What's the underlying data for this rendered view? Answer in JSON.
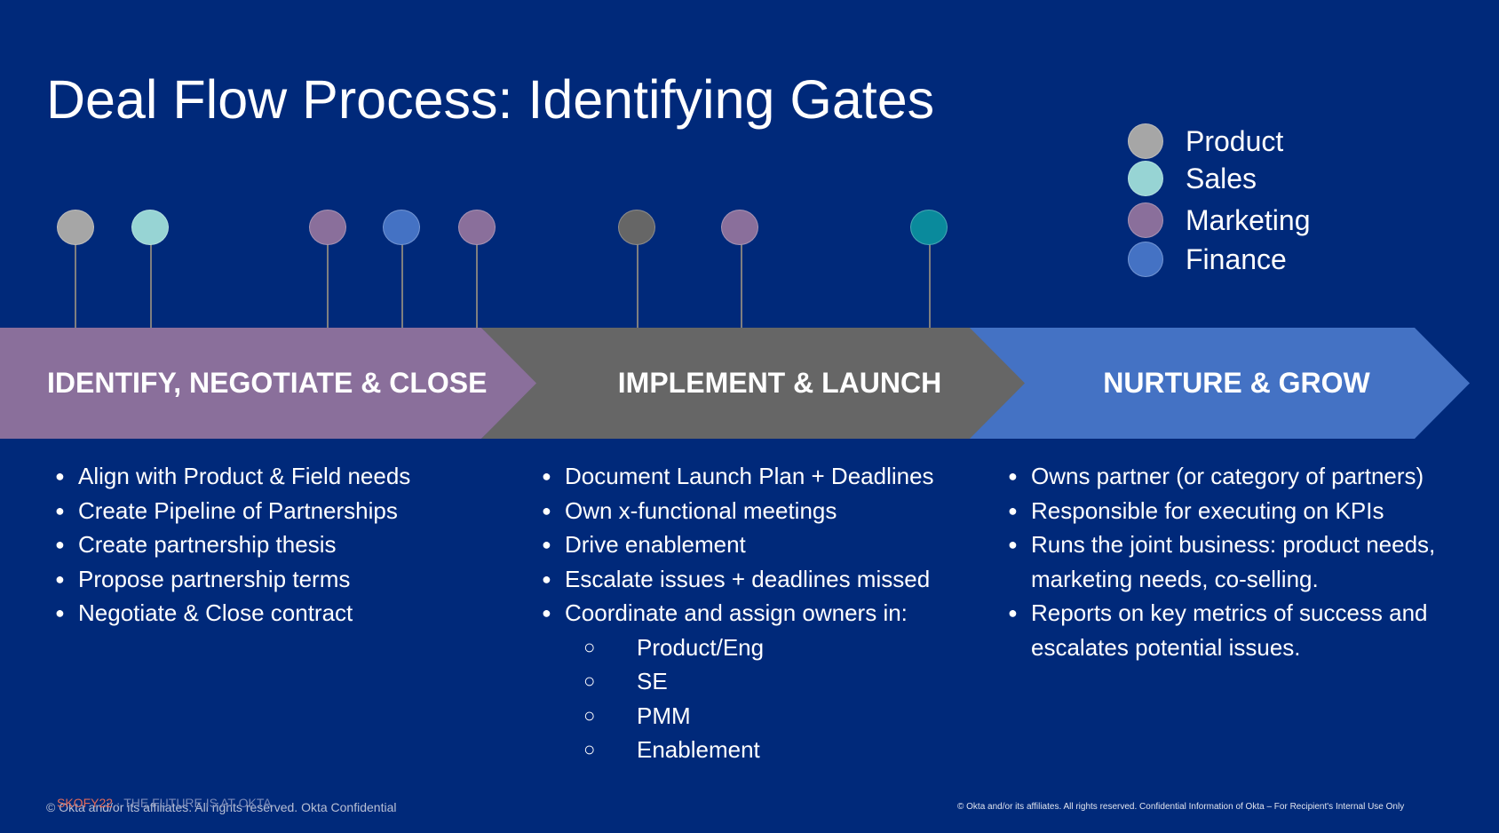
{
  "title": "Deal Flow Process: Identifying Gates",
  "legend": [
    {
      "label": "Product",
      "color": "#a6a6a6"
    },
    {
      "label": "Sales",
      "color": "#97d4d4"
    },
    {
      "label": "Marketing",
      "color": "#8a6f9b"
    },
    {
      "label": "Finance",
      "color": "#4472c4"
    }
  ],
  "gates": [
    {
      "color": "#a6a6a6"
    },
    {
      "color": "#97d4d4"
    },
    {
      "color": "#8a6f9b"
    },
    {
      "color": "#4472c4"
    },
    {
      "color": "#8a6f9b"
    },
    {
      "color": "#666666"
    },
    {
      "color": "#8a6f9b"
    },
    {
      "color": "#0a8a9c"
    }
  ],
  "phases": [
    {
      "label": "IDENTIFY, NEGOTIATE & CLOSE",
      "color": "#8a6f9b"
    },
    {
      "label": "IMPLEMENT & LAUNCH",
      "color": "#666666"
    },
    {
      "label": "NURTURE & GROW",
      "color": "#4472c4"
    }
  ],
  "columns": [
    {
      "bullets": [
        "Align with Product & Field needs",
        "Create Pipeline of Partnerships",
        "Create partnership thesis",
        "Propose partnership terms",
        "Negotiate & Close contract"
      ]
    },
    {
      "bullets": [
        "Document Launch Plan + Deadlines",
        "Own x-functional meetings",
        "Drive enablement",
        "Escalate issues + deadlines missed",
        "Coordinate and assign owners in:"
      ],
      "sub_bullets": [
        "Product/Eng",
        "SE",
        "PMM",
        "Enablement"
      ]
    },
    {
      "bullets": [
        "Owns partner (or category of partners)",
        "Responsible for executing on KPIs",
        "Runs the joint business: product needs, marketing needs, co-selling.",
        "Reports on key metrics of success and escalates potential issues."
      ]
    }
  ],
  "footer": {
    "left": "© Okta and/or its affiliates. All rights reserved.   Okta Confidential",
    "tag_accent": "SKOFY22",
    "tag_rest": " · THE FUTURE IS AT OKTA",
    "right": "© Okta and/or its affiliates. All rights reserved. Confidential Information of Okta – For Recipient's Internal Use Only"
  }
}
